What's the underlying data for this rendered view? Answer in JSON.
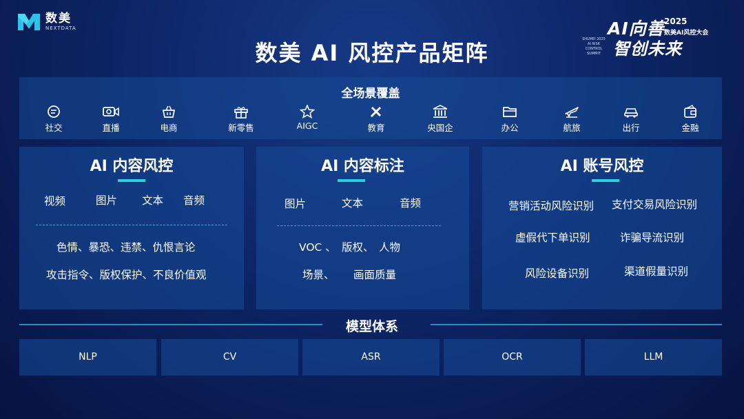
{
  "logo": {
    "name": "数美",
    "sub": "NEXTDATA"
  },
  "summit": {
    "headline": "AI向善",
    "year": "2025",
    "event": "数美AI风控大会",
    "small_line1": "SHUMEI 2025",
    "small_line2": "AI RISK CONTROL",
    "small_line3": "SUMMIT",
    "slogan": "智创未来"
  },
  "page_title": "数美 AI 风控产品矩阵",
  "scenarios": {
    "title": "全场景覆盖",
    "items": [
      {
        "label": "社交",
        "icon": "chat-icon"
      },
      {
        "label": "直播",
        "icon": "video-camera-icon"
      },
      {
        "label": "电商",
        "icon": "shopping-basket-icon"
      },
      {
        "label": "新零售",
        "icon": "gift-icon"
      },
      {
        "label": "AIGC",
        "icon": "star-icon"
      },
      {
        "label": "教育",
        "icon": "pencil-ruler-icon"
      },
      {
        "label": "央国企",
        "icon": "bank-icon"
      },
      {
        "label": "办公",
        "icon": "folder-icon"
      },
      {
        "label": "航旅",
        "icon": "airplane-icon"
      },
      {
        "label": "出行",
        "icon": "car-icon"
      },
      {
        "label": "金融",
        "icon": "wallet-icon"
      }
    ]
  },
  "content_control": {
    "title": "AI 内容风控",
    "media": [
      "视频",
      "图片",
      "文本",
      "音频"
    ],
    "risks": [
      "色情、暴恐、违禁、仇恨言论",
      "攻击指令、版权保护、不良价值观"
    ]
  },
  "content_labeling": {
    "title": "AI 内容标注",
    "media": [
      "图片",
      "文本",
      "音频"
    ],
    "row1": [
      "VOC 、",
      "版权、",
      "人物"
    ],
    "row2": [
      "场景、",
      "画面质量"
    ]
  },
  "account_control": {
    "title": "AI 账号风控",
    "items": [
      "营销活动风险识别",
      "支付交易风险识别",
      "虚假代下单识别",
      "诈骗导流识别",
      "风险设备识别",
      "渠道假量识别"
    ]
  },
  "models": {
    "title": "模型体系",
    "items": [
      "NLP",
      "CV",
      "ASR",
      "OCR",
      "LLM"
    ]
  },
  "colors": {
    "background": "#0f2a6e",
    "panel": "#164a96",
    "accent": "#29d3d6"
  }
}
